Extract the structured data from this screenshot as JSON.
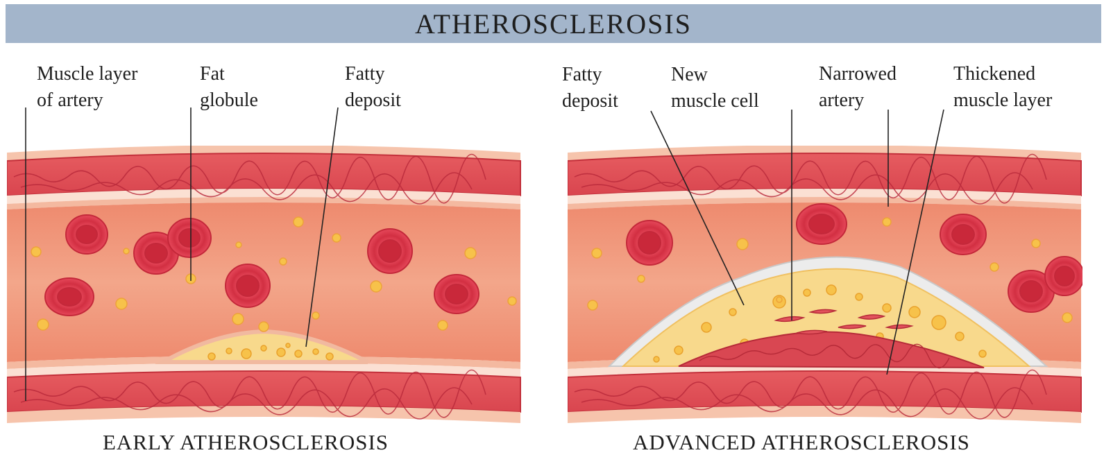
{
  "title": "ATHEROSCLEROSIS",
  "early": {
    "caption": "EARLY ATHEROSCLEROSIS",
    "labels": {
      "muscle_line1": "Muscle layer",
      "muscle_line2": "of artery",
      "fat_line1": "Fat",
      "fat_line2": "globule",
      "deposit_line1": "Fatty",
      "deposit_line2": "deposit"
    }
  },
  "advanced": {
    "caption": "ADVANCED ATHEROSCLEROSIS",
    "labels": {
      "deposit_line1": "Fatty",
      "deposit_line2": "deposit",
      "newcell_line1": "New",
      "newcell_line2": "muscle cell",
      "narrowed_line1": "Narrowed",
      "narrowed_line2": "artery",
      "thick_line1": "Thickened",
      "thick_line2": "muscle layer"
    }
  },
  "colors": {
    "title_bar": "#a3b5cb",
    "artery_wall": "#e46b6b",
    "lumen": "#f09a7a",
    "blood_cell": "#e0394a",
    "fat": "#f7c24a",
    "plaque_cap": "#e8e8e8"
  }
}
